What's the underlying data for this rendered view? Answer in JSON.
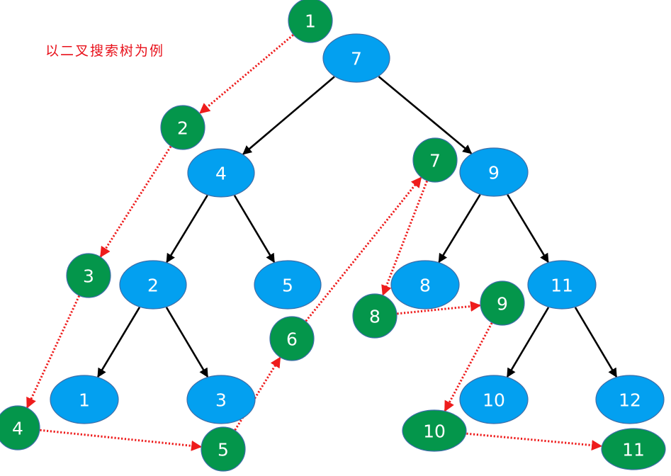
{
  "caption": "以二叉搜索树为例",
  "colors": {
    "tree_node_fill": "#03a0f0",
    "order_node_fill": "#04964b",
    "tree_edge": "#000000",
    "order_edge": "#ee1c1c",
    "caption": "#e8101a",
    "label": "#ffffff"
  },
  "tree": {
    "nodes": [
      {
        "id": "t7",
        "label": "7",
        "value": 7
      },
      {
        "id": "t4",
        "label": "4",
        "value": 4
      },
      {
        "id": "t9",
        "label": "9",
        "value": 9
      },
      {
        "id": "t2",
        "label": "2",
        "value": 2
      },
      {
        "id": "t5",
        "label": "5",
        "value": 5
      },
      {
        "id": "t8",
        "label": "8",
        "value": 8
      },
      {
        "id": "t11",
        "label": "11",
        "value": 11
      },
      {
        "id": "t1",
        "label": "1",
        "value": 1
      },
      {
        "id": "t3",
        "label": "3",
        "value": 3
      },
      {
        "id": "t10",
        "label": "10",
        "value": 10
      },
      {
        "id": "t12",
        "label": "12",
        "value": 12
      }
    ],
    "edges": [
      {
        "from": "t7",
        "to": "t4"
      },
      {
        "from": "t7",
        "to": "t9"
      },
      {
        "from": "t4",
        "to": "t2"
      },
      {
        "from": "t4",
        "to": "t5"
      },
      {
        "from": "t2",
        "to": "t1"
      },
      {
        "from": "t2",
        "to": "t3"
      },
      {
        "from": "t9",
        "to": "t8"
      },
      {
        "from": "t9",
        "to": "t11"
      },
      {
        "from": "t11",
        "to": "t10"
      },
      {
        "from": "t11",
        "to": "t12"
      }
    ]
  },
  "traversal_order": {
    "nodes": [
      {
        "id": "o1",
        "label": "1"
      },
      {
        "id": "o2",
        "label": "2"
      },
      {
        "id": "o3",
        "label": "3"
      },
      {
        "id": "o4",
        "label": "4"
      },
      {
        "id": "o5",
        "label": "5"
      },
      {
        "id": "o6",
        "label": "6"
      },
      {
        "id": "o7",
        "label": "7"
      },
      {
        "id": "o8",
        "label": "8"
      },
      {
        "id": "o9",
        "label": "9"
      },
      {
        "id": "o10",
        "label": "10"
      },
      {
        "id": "o11",
        "label": "11"
      }
    ],
    "edges": [
      {
        "from": "o1",
        "to": "o2"
      },
      {
        "from": "o2",
        "to": "o3"
      },
      {
        "from": "o3",
        "to": "o4"
      },
      {
        "from": "o4",
        "to": "o5"
      },
      {
        "from": "o5",
        "to": "o6"
      },
      {
        "from": "o6",
        "to": "o7"
      },
      {
        "from": "o7",
        "to": "o8"
      },
      {
        "from": "o8",
        "to": "o9"
      },
      {
        "from": "o9",
        "to": "o10"
      },
      {
        "from": "o10",
        "to": "o11"
      }
    ]
  }
}
